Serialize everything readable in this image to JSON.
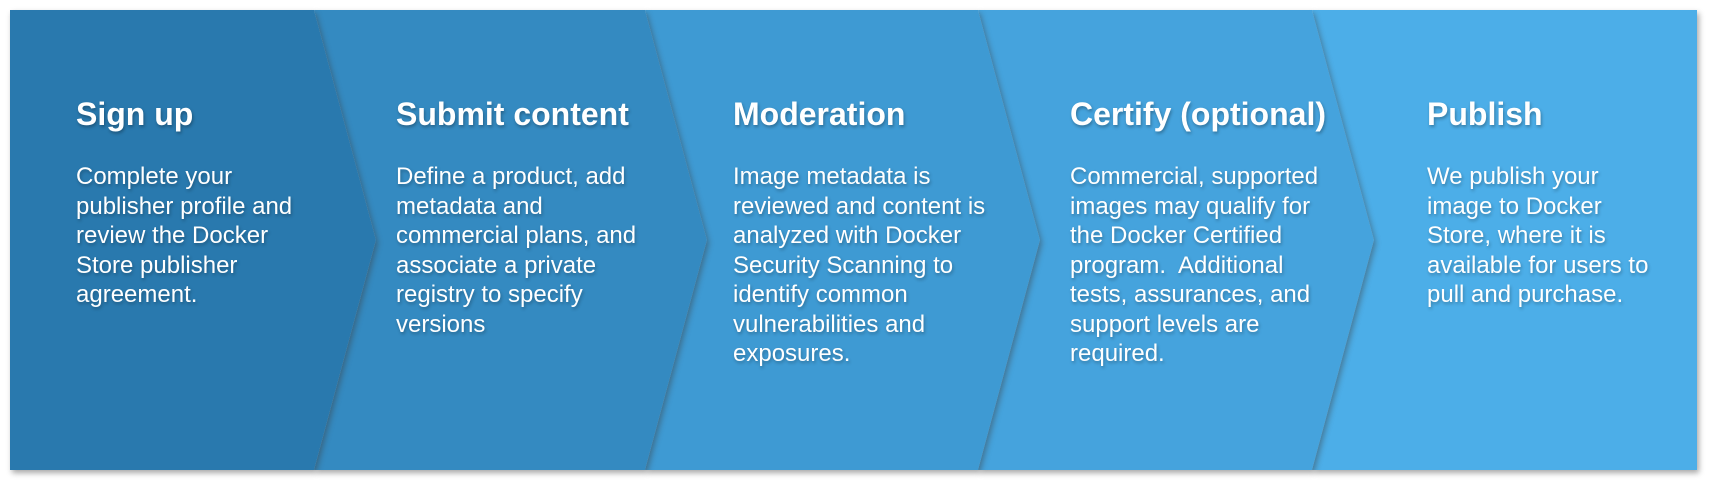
{
  "colors": {
    "background": "#ffffff",
    "text": "#ffffff",
    "step_colors": [
      "#2979ae",
      "#348ac1",
      "#3e9ad3",
      "#45a3dd",
      "#4caee8"
    ]
  },
  "steps": [
    {
      "title": "Sign up",
      "description": "Complete your\npublisher profile and\nreview the Docker\nStore publisher\nagreement."
    },
    {
      "title": "Submit content",
      "description": "Define a product, add\nmetadata and\ncommercial plans, and\nassociate a private\nregistry to specify\nversions"
    },
    {
      "title": "Moderation",
      "description": "Image metadata is\nreviewed and content is\nanalyzed with Docker\nSecurity Scanning to\nidentify common\nvulnerabilities and\nexposures."
    },
    {
      "title": "Certify (optional)",
      "description": "Commercial, supported\nimages may qualify for\nthe Docker Certified\nprogram.  Additional\ntests, assurances, and\nsupport levels are\nrequired."
    },
    {
      "title": "Publish",
      "description": "We publish your\nimage to Docker\nStore, where it is\navailable for users to\npull and purchase."
    }
  ]
}
